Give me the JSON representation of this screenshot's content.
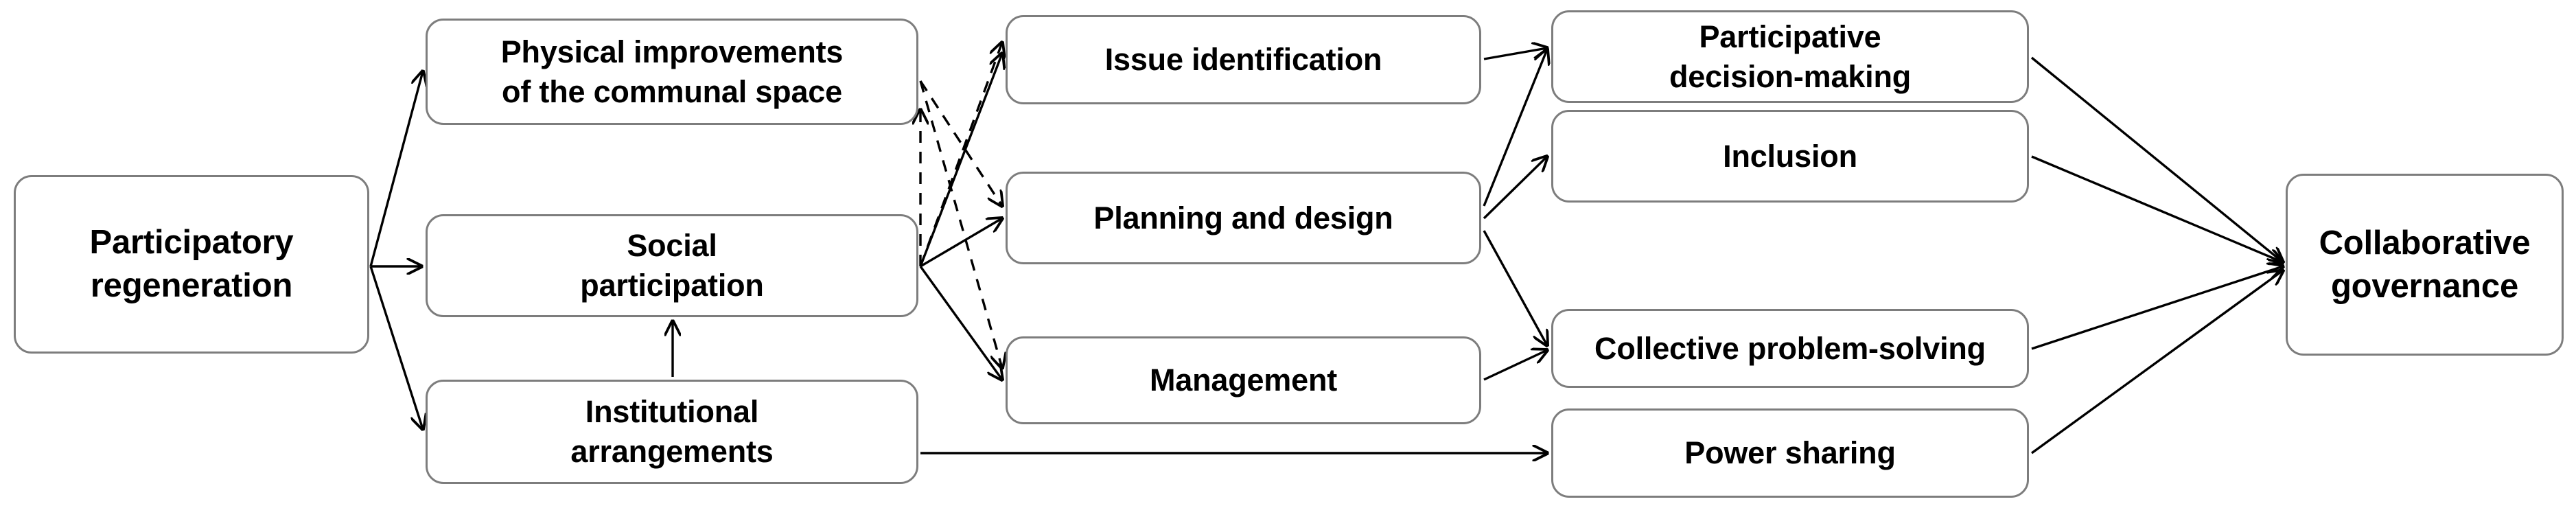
{
  "diagram": {
    "type": "flow-diagram",
    "title": "",
    "colors": {
      "box_border": "#7d7d7d",
      "box_fill": "#ffffff",
      "text": "#000000",
      "edge": "#000000"
    },
    "nodes": [
      {
        "id": "root",
        "label": "Participatory\nregeneration",
        "column": 1
      },
      {
        "id": "physical",
        "label": "Physical improvements\nof the communal space",
        "column": 2
      },
      {
        "id": "social",
        "label": "Social\nparticipation",
        "column": 2
      },
      {
        "id": "institut",
        "label": "Institutional\narrangements",
        "column": 2
      },
      {
        "id": "issue",
        "label": "Issue identification",
        "column": 3
      },
      {
        "id": "planning",
        "label": "Planning and design",
        "column": 3
      },
      {
        "id": "manage",
        "label": "Management",
        "column": 3
      },
      {
        "id": "decision",
        "label": "Participative\ndecision-making",
        "column": 4
      },
      {
        "id": "inclusion",
        "label": "Inclusion",
        "column": 4
      },
      {
        "id": "collective",
        "label": "Collective problem-solving",
        "column": 4
      },
      {
        "id": "power",
        "label": "Power sharing",
        "column": 4
      },
      {
        "id": "gov",
        "label": "Collaborative\ngovernance",
        "column": 5
      }
    ],
    "edges": [
      {
        "from": "root",
        "to": "physical",
        "style": "solid"
      },
      {
        "from": "root",
        "to": "social",
        "style": "solid"
      },
      {
        "from": "root",
        "to": "institut",
        "style": "solid"
      },
      {
        "from": "institut",
        "to": "social",
        "style": "solid"
      },
      {
        "from": "physical",
        "to": "issue",
        "style": "dashed"
      },
      {
        "from": "physical",
        "to": "planning",
        "style": "dashed"
      },
      {
        "from": "physical",
        "to": "manage",
        "style": "dashed"
      },
      {
        "from": "social",
        "to": "issue",
        "style": "solid"
      },
      {
        "from": "social",
        "to": "planning",
        "style": "solid"
      },
      {
        "from": "social",
        "to": "manage",
        "style": "solid"
      },
      {
        "from": "social",
        "to": "physical",
        "style": "dashed"
      },
      {
        "from": "issue",
        "to": "decision",
        "style": "solid"
      },
      {
        "from": "planning",
        "to": "decision",
        "style": "solid"
      },
      {
        "from": "planning",
        "to": "inclusion",
        "style": "solid"
      },
      {
        "from": "planning",
        "to": "collective",
        "style": "solid"
      },
      {
        "from": "manage",
        "to": "collective",
        "style": "solid"
      },
      {
        "from": "institut",
        "to": "power",
        "style": "solid"
      },
      {
        "from": "decision",
        "to": "gov",
        "style": "solid"
      },
      {
        "from": "inclusion",
        "to": "gov",
        "style": "solid"
      },
      {
        "from": "collective",
        "to": "gov",
        "style": "solid"
      },
      {
        "from": "power",
        "to": "gov",
        "style": "solid"
      }
    ]
  }
}
